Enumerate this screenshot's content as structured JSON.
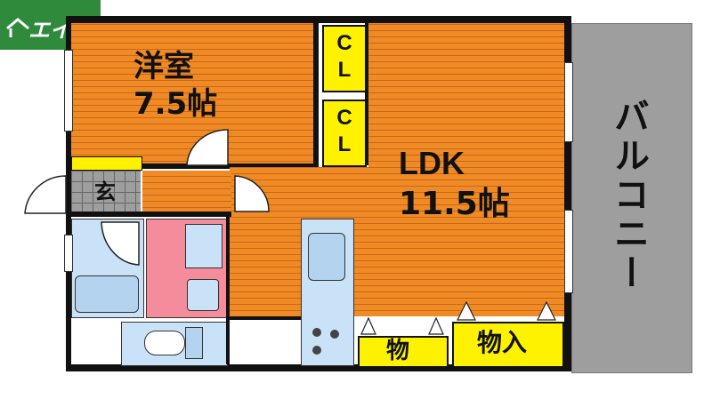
{
  "logo": {
    "text": "エイブル",
    "icon": "house-roof-icon",
    "bg_color": "#2f8a3c"
  },
  "rooms": {
    "western_room": {
      "name": "洋室",
      "size": "7.5帖"
    },
    "ldk": {
      "name": "LDK",
      "size": "11.5帖"
    },
    "closet_1": {
      "line1": "C",
      "line2": "L"
    },
    "closet_2": {
      "line1": "C",
      "line2": "L"
    },
    "entrance": {
      "name": "玄"
    },
    "storage_small": {
      "name": "物"
    },
    "storage_large": {
      "name": "物入"
    },
    "balcony": {
      "name": "バルコニー"
    }
  },
  "colors": {
    "floor_orange": "#f08a24",
    "closet_yellow": "#fff200",
    "wet_blue": "#c9e2f7",
    "washroom_pink": "#f58c9c",
    "balcony_grey": "#9e9e9e",
    "wall": "#111111"
  }
}
